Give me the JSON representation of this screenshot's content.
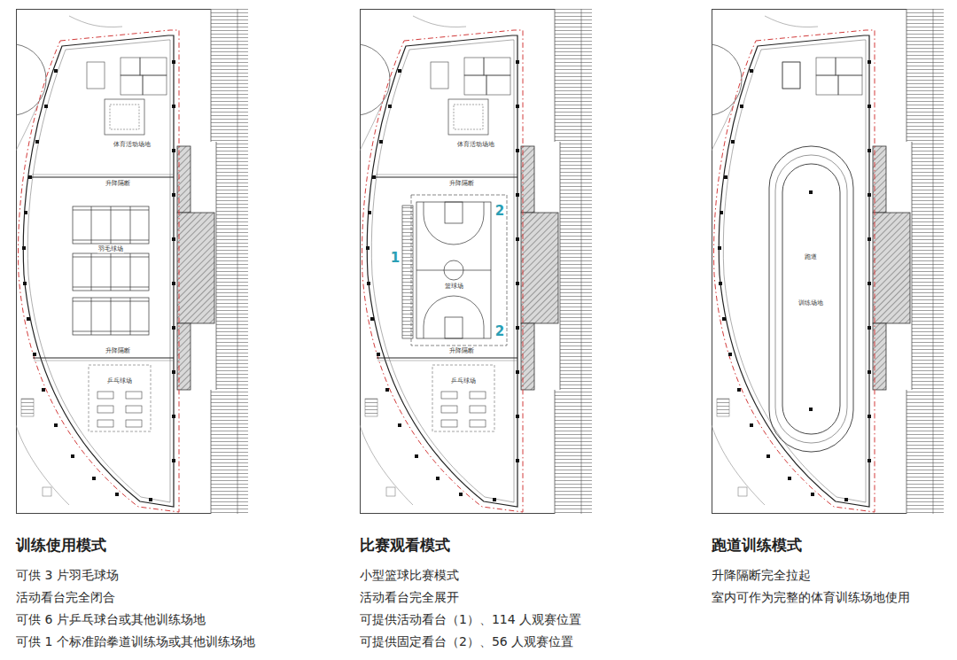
{
  "diagram": {
    "nodes": [
      {
        "text": [
          "训练使用模式",
          "可供 3 片羽毛球场",
          "活动看台完全闭合",
          "可供 6 片乒乓球台或其他训练场地",
          "可供 1 个标准跆拳道训练场或其他训练场地"
        ]
      },
      {
        "text": [
          "比赛观看模式",
          "小型篮球比赛模式",
          "活动看台完全展开",
          "可提供活动看台（1）、114 人观赛位置",
          "可提供固定看台（2）、56 人观赛位置"
        ]
      },
      {
        "text": [
          "跑道训练模式",
          "升降隔断完全拉起",
          "室内可作为完整的体育训练场地使用"
        ]
      }
    ],
    "labels": [
      "体育活动场地",
      "升降隔断",
      "羽毛球场",
      "升降隔断",
      "乒乓球场",
      "体育活动场地",
      "升降隔断",
      "1",
      "2",
      "篮球场",
      "2",
      "升降隔断",
      "乒乓球场",
      "跑道",
      "训练场地"
    ]
  }
}
